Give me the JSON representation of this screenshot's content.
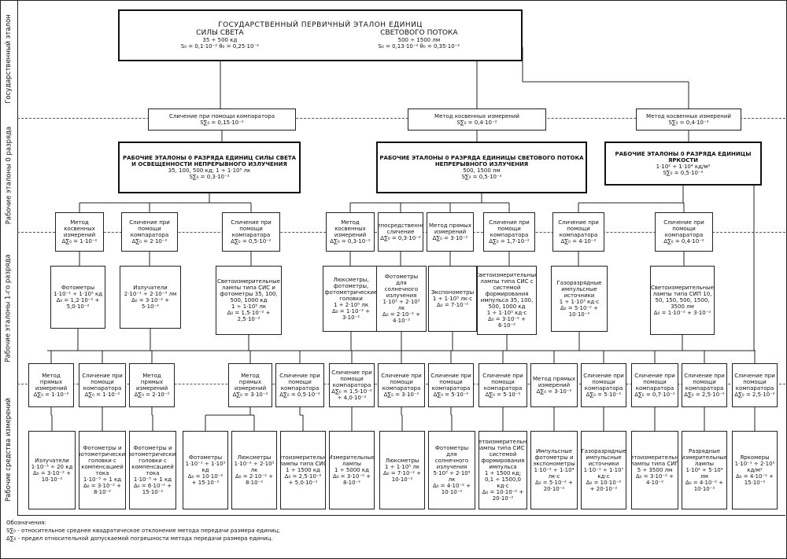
{
  "levels": [
    "Государственный эталон",
    "Рабочие эталоны 0 разряда",
    "Рабочие эталоны 1-го разряда",
    "Рабочие средства измерений"
  ],
  "root": {
    "title": "ГОСУДАРСТВЕННЫЙ ПЕРВИЧНЫЙ ЭТАЛОН ЕДИНИЦ",
    "left_title": "СИЛЫ СВЕТА",
    "left_range": "35 ÷ 500 кд",
    "left_sd": "S₀ = 0,1·10⁻²   θ₀ = 0,25·10⁻²",
    "right_title": "СВЕТОВОГО ПОТОКА",
    "right_range": "500 ÷ 1500 лм",
    "right_sd": "S₀ = 0,13·10⁻²   θ₀ = 0,35·10⁻²"
  },
  "methods0": [
    {
      "name": "Сличение при помощи компаратора",
      "val": "S∑₀ = 0,15·10⁻²"
    },
    {
      "name": "Метод косвенных измерений",
      "val": "S∑₀ = 0,4·10⁻²"
    },
    {
      "name": "Метод косвенных измерений",
      "val": "S∑₀ = 0,4·10⁻²"
    }
  ],
  "etalons0": [
    {
      "title": "РАБОЧИЕ ЭТАЛОНЫ 0 РАЗРЯДА ЕДИНИЦ СИЛЫ СВЕТА И ОСВЕЩЕННОСТИ НЕПРЕРЫВНОГО ИЗЛУЧЕНИЯ",
      "range": "35, 100, 500 кд; 1 ÷ 1·10⁵ лк",
      "val": "S∑₀ = 0,3·10⁻²"
    },
    {
      "title": "РАБОЧИЕ ЭТАЛОНЫ 0 РАЗРЯДА ЕДИНИЦЫ СВЕТОВОГО ПОТОКА НЕПРЕРЫВНОГО ИЗЛУЧЕНИЯ",
      "range": "500, 1500 лм",
      "val": "S∑₀ = 0,5·10⁻²"
    },
    {
      "title": "РАБОЧИЕ ЭТАЛОНЫ 0 РАЗРЯДА ЕДИНИЦЫ ЯРКОСТИ",
      "range": "1·10² ÷ 1·10⁴ кд/м²",
      "val": "S∑₀ = 0,5·10⁻²"
    }
  ],
  "methods1": [
    {
      "name": "Метод косвенных измерений",
      "val": "Δ∑₀ = 1·10⁻²"
    },
    {
      "name": "Сличение при помощи компаратора",
      "val": "Δ∑₀ = 2·10⁻²"
    },
    {
      "name": "Сличение при помощи компаратора",
      "val": "Δ∑₀ = 0,5·10⁻²"
    },
    {
      "name": "Метод косвенных измерений",
      "val": "Δ∑₀ = 0,3·10⁻²"
    },
    {
      "name": "Непосредственное сличение",
      "val": "Δ∑₀ = 0,3·10⁻²"
    },
    {
      "name": "Метод прямых измерений",
      "val": "Δ∑₀ = 3·10⁻²"
    },
    {
      "name": "Сличение при помощи компаратора",
      "val": "Δ∑₀ = 1,7·10⁻²"
    },
    {
      "name": "Сличение при помощи компаратора",
      "val": "Δ∑₀ = 4·10⁻²"
    },
    {
      "name": "Сличение при помощи компаратора",
      "val": "Δ∑₀ = 0,4·10⁻²"
    }
  ],
  "etalons1": [
    {
      "name": "Фотометры",
      "range": "1·10⁻¹ ÷ 1·10⁵ кд",
      "val": "Δ₀ = 1,2·10⁻² + 5,0·10⁻²"
    },
    {
      "name": "Излучатели",
      "range": "2·10⁻¹ ÷ 2·10⁻³ лм",
      "val": "Δ₀ = 3·10⁻² + 5·10⁻²"
    },
    {
      "name": "Светоизмерительные лампы типа СИС и фотометры 35, 100, 500, 1000 кд",
      "range": "1 ÷ 1·10⁵ лк",
      "val": "Δ₀ = 1,5·10⁻² + 2,5·10⁻²"
    },
    {
      "name": "Люксметры, фотометры, фотометрические головки",
      "range": "1 ÷ 2·10⁵ лк",
      "val": "Δ₀ = 1·10⁻² + 3·10⁻²"
    },
    {
      "name": "Фотометры для солнечного излучения",
      "range": "1·10³ ÷ 2·10⁵ лк",
      "val": "Δ₀ = 2·10⁻² + 4·10⁻²"
    },
    {
      "name": "Экспонометры",
      "range": "1 ÷ 1·10⁵ лк·с",
      "val": "Δ₀ = 7·10⁻²"
    },
    {
      "name": "Светоизмерительные лампы типа СИС с системой формирования импульса 35, 100, 500, 1000 кд",
      "range": "1 ÷ 1·10⁵ кд·с",
      "val": "Δ₀ = 3·10⁻² + 6·10⁻²"
    },
    {
      "name": "Газоразрядные импульсные источники",
      "range": "1 ÷ 1·10³ кд·с",
      "val": "Δ₀ = 5·10⁻² + 10·10⁻²"
    },
    {
      "name": "Светоизмерительные лампы типа СИП 10, 50, 150, 500, 1500, 3500 лм",
      "range": "",
      "val": "Δ₀ = 1·10⁻² + 3·10⁻²"
    }
  ],
  "methods2": [
    {
      "name": "Метод прямых измерений",
      "val": "Δ∑₀ = 1·10⁻²"
    },
    {
      "name": "Сличение при помощи компаратора",
      "val": "Δ∑₀ = 1·10⁻²"
    },
    {
      "name": "Метод прямых измерений",
      "val": "Δ∑₀ = 2·10⁻²"
    },
    {
      "name": "Метод прямых измерений",
      "val": "Δ∑₀ = 3·10⁻²"
    },
    {
      "name": "Сличение при помощи компаратора",
      "val": "Δ∑₀ = 0,5·10⁻²"
    },
    {
      "name": "Сличение при помощи компаратора",
      "val": "Δ∑₀ = 1,5·10⁻² ÷ 4,0·10⁻²"
    },
    {
      "name": "Сличение при помощи компаратора",
      "val": "Δ∑₀ = 3·10⁻²"
    },
    {
      "name": "Сличение при помощи компаратора",
      "val": "Δ∑₀ = 5·10⁻²"
    },
    {
      "name": "Сличение при помощи компаратора",
      "val": "Δ∑₀ = 5·10⁻²"
    },
    {
      "name": "Метод прямых измерений",
      "val": "Δ∑₀ = 3·10⁻²"
    },
    {
      "name": "Сличение при помощи компаратора",
      "val": "Δ∑₀ = 5·10⁻²"
    },
    {
      "name": "Сличение при помощи компаратора",
      "val": "Δ∑₀ = 0,7·10⁻²"
    },
    {
      "name": "Сличение при помощи компаратора",
      "val": "Δ∑₀ = 2,5·10⁻²"
    },
    {
      "name": "Сличение при помощи компаратора",
      "val": "Δ∑₀ = 2,5·10⁻²"
    }
  ],
  "devices": [
    {
      "name": "Излучатели",
      "range": "1·10⁻⁵ ÷ 20 кд",
      "val": "Δ₀ = 3·10⁻² + 10·10⁻²"
    },
    {
      "name": "Фотометры и фотометрические головки с компенсацией тока",
      "range": "1·10⁻⁵ ÷ 1 кд",
      "val": "Δ₀ = 3·10⁻² + 8·10⁻²"
    },
    {
      "name": "Фотометры и фотометрические головки с компенсацией тока",
      "range": "1·10⁻⁵ ÷ 1 кд",
      "val": "Δ₀ = 6·10⁻² + 15·10⁻²"
    },
    {
      "name": "Фотометры",
      "range": "1·10⁻¹ ÷ 1·10⁵ кд",
      "val": "Δ₀ = 10·10⁻² + 15·10⁻²"
    },
    {
      "name": "Люксметры",
      "range": "1·10⁻² ÷ 2·10⁵ лк",
      "val": "Δ₀ = 2·10⁻² + 8·10⁻²"
    },
    {
      "name": "Светоизмерительные лампы типа СИС",
      "range": "1 ÷ 1500 кд",
      "val": "Δ₀ = 2,5·10⁻² + 5,0·10⁻²"
    },
    {
      "name": "Измерительные лампы",
      "range": "1 ÷ 5000 кд",
      "val": "Δ₀ = 3·10⁻² + 8·10⁻²"
    },
    {
      "name": "Люксметры",
      "range": "1 ÷ 1·10⁵ лк",
      "val": "Δ₀ = 7·10⁻² + 10·10⁻²"
    },
    {
      "name": "Фотометры для солнечного излучения",
      "range": "5·10³ ÷ 2·10⁵ лк",
      "val": "Δ₀ = 4·10⁻² + 10·10⁻²"
    },
    {
      "name": "Светоизмерительные лампы типа СИС с системой формирования импульса",
      "range": "1 ÷ 1500 кд; 0,1 ÷ 1500,0 кд·с",
      "val": "Δ₀ = 10·10⁻² + 20·10⁻²"
    },
    {
      "name": "Импульсные фотометры и экспонометры",
      "range": "1·10⁻² ÷ 1·10⁴ лк·с",
      "val": "Δ₀ = 5·10⁻² + 20·10⁻²"
    },
    {
      "name": "Газоразрядные импульсные источники",
      "range": "1·10⁻¹ ÷ 1·10⁷ кд·с",
      "val": "Δ₀ = 10·10⁻² + 20·10⁻²"
    },
    {
      "name": "Светоизмерительные лампы типа СИП",
      "range": "5 ÷ 3500 лм",
      "val": "Δ₀ = 3·10⁻² + 4·10⁻²"
    },
    {
      "name": "Разрядные измерительные лампы",
      "range": "1·10² ÷ 5·10⁴ лм",
      "val": "Δ₀ = 4·10⁻² + 10·10⁻²"
    },
    {
      "name": "Яркомеры",
      "range": "1·10⁻¹ ÷ 2·10⁵ кд/м²",
      "val": "Δ₀ = 4·10⁻² + 15·10⁻²"
    }
  ],
  "legend": {
    "title": "Обозначения:",
    "s_def": "S∑₀ - относительное среднее квадратическое отклонение метода передачи размера единиц;",
    "d_def": "Δ∑₀ - предел относительной допускаемой погрешности метода передачи размера единиц."
  }
}
